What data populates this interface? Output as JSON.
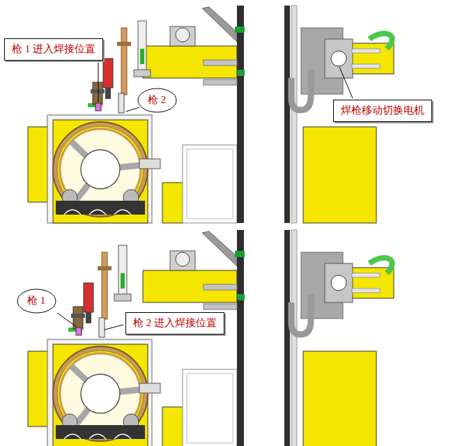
{
  "diagram": {
    "nodes": [
      {
        "text": [
          "枪 1 进入焊接位置"
        ]
      },
      {
        "text": [
          "枪 2"
        ]
      },
      {
        "text": [
          "焊枪移动切换电机"
        ]
      },
      {
        "text": [
          "枪 1"
        ]
      },
      {
        "text": [
          "枪 2 进入焊接位置"
        ]
      }
    ]
  }
}
